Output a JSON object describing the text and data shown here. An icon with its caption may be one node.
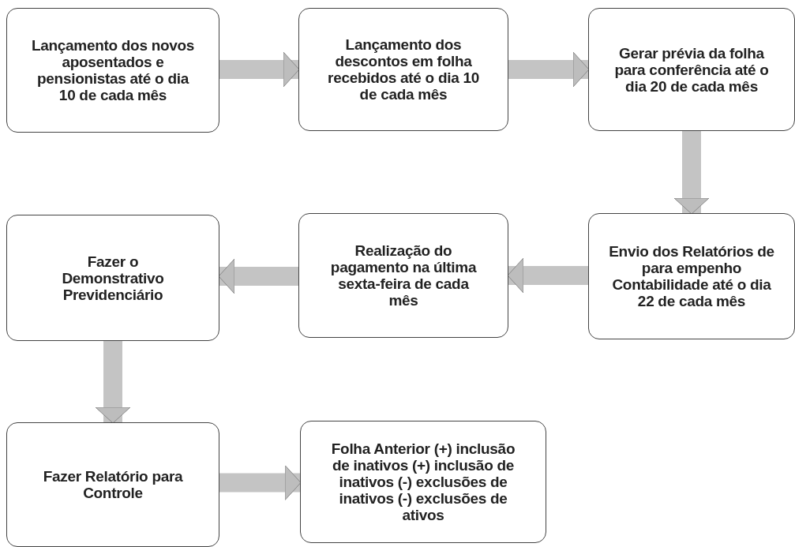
{
  "diagram": {
    "nodes": [
      {
        "text": [
          "Lançamento dos novos aposentados e pensionistas até o dia 10 de cada mês"
        ]
      },
      {
        "text": [
          "Lançamento dos descontos em folha recebidos até o dia 10 de cada mês"
        ]
      },
      {
        "text": [
          "Gerar prévia da folha para conferência até o dia 20 de cada mês"
        ]
      },
      {
        "text": [
          "Envio dos Relatórios de para empenho Contabilidade até o dia 22 de cada mês"
        ]
      },
      {
        "text": [
          "Realização do pagamento na última sexta-feira de cada mês"
        ]
      },
      {
        "text": [
          "Fazer o Demonstrativo Previdenciário"
        ]
      },
      {
        "text": [
          "Fazer Relatório para Controle"
        ]
      },
      {
        "text": [
          "Folha Anterior (+) inclusão de inativos (+) inclusão de inativos (-) exclusões de inativos (-) exclusões de ativos"
        ]
      }
    ],
    "edges": [
      {
        "from": 0,
        "to": 1,
        "arrow": "to"
      },
      {
        "from": 1,
        "to": 2,
        "arrow": "to"
      },
      {
        "from": 2,
        "to": 3,
        "arrow": "to"
      },
      {
        "from": 3,
        "to": 4,
        "arrow": "to"
      },
      {
        "from": 4,
        "to": 5,
        "arrow": "to"
      },
      {
        "from": 5,
        "to": 6,
        "arrow": "to"
      },
      {
        "from": 6,
        "to": 7,
        "arrow": "to"
      }
    ]
  }
}
